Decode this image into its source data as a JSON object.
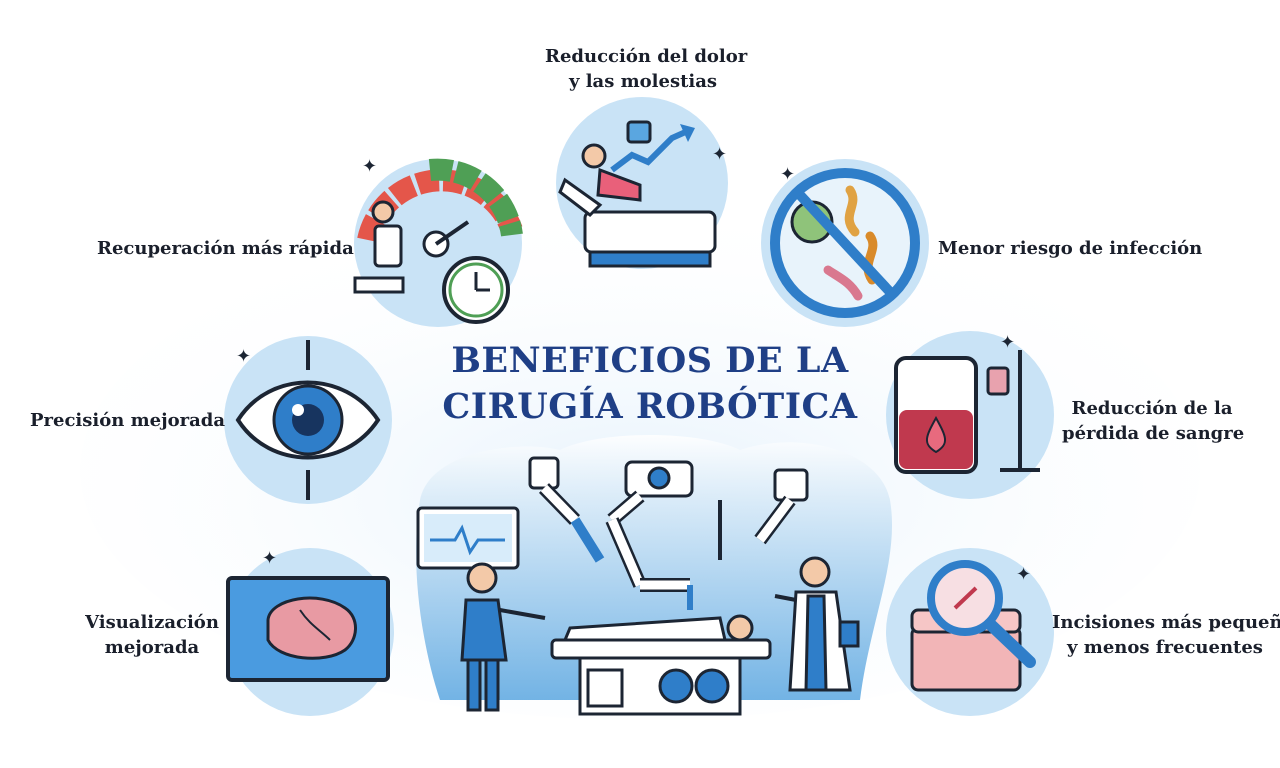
{
  "title": {
    "line1": "BENEFICIOS DE LA",
    "line2": "CIRUGÍA ROBÓTICA"
  },
  "benefits": [
    {
      "id": "pain",
      "line1": "Reducción del dolor",
      "line2": "y las molestias",
      "icon": "patient-bed-thumbs-up-icon"
    },
    {
      "id": "recovery",
      "line1": "Recuperación más rápida",
      "line2": "",
      "icon": "gauge-clock-icon"
    },
    {
      "id": "infection",
      "line1": "Menor riesgo de infección",
      "line2": "",
      "icon": "no-bacteria-icon"
    },
    {
      "id": "precision",
      "line1": "Precisión mejorada",
      "line2": "",
      "icon": "eye-icon"
    },
    {
      "id": "blood",
      "line1": "Reducción de la",
      "line2": "pérdida de sangre",
      "icon": "blood-bag-icon"
    },
    {
      "id": "visualization",
      "line1": "Visualización",
      "line2": "mejorada",
      "icon": "brain-monitor-icon"
    },
    {
      "id": "incisions",
      "line1": "Incisiones más pequeñas",
      "line2": "y menos frecuentes",
      "icon": "magnifier-incision-icon"
    }
  ],
  "center_illustration": "robotic-surgery-scene",
  "colors": {
    "title_blue": "#1f3f86",
    "circle_fill": "#c9e3f6",
    "accent_blue": "#2f7ec9",
    "line_dark": "#1c2533",
    "blood_red": "#c0394e"
  }
}
